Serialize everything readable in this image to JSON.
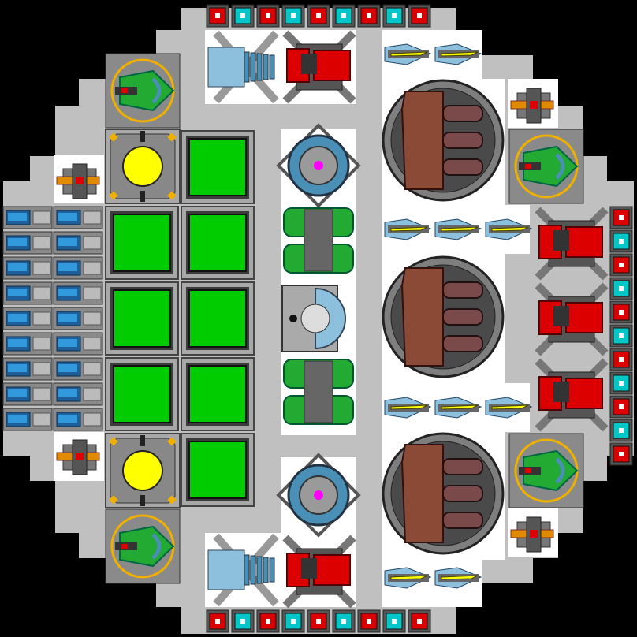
{
  "palette": {
    "background": "#000000",
    "hull": "#c0c0c0",
    "hull_edge": "#9a9a9a",
    "grid": "#ffffff",
    "cell": "#a8a8a8",
    "dark": "#3c3c3c",
    "green": "#00cc00",
    "yellow": "#ffff00",
    "gold": "#f0b000",
    "red": "#dd0000",
    "cyan": "#00c8c8",
    "blue": "#3399dd",
    "steel_blue": "#4a8fb5",
    "light_blue": "#8cc0dd",
    "brown": "#8a4a35",
    "mauve": "#7a4a4a",
    "magenta": "#ff00ff",
    "orange": "#e08a00",
    "ship_green": "#22aa33"
  },
  "modules": {
    "light_blocks": [
      "red",
      "cyan",
      "red",
      "cyan",
      "red",
      "cyan",
      "red",
      "cyan",
      "red"
    ],
    "right_light_blocks": [
      "red",
      "cyan",
      "red",
      "cyan",
      "red",
      "cyan",
      "red",
      "cyan",
      "red",
      "cyan",
      "red"
    ],
    "battery_rows": 9,
    "cargo_grid_columns": 2,
    "cargo_grid_rows": 5
  }
}
